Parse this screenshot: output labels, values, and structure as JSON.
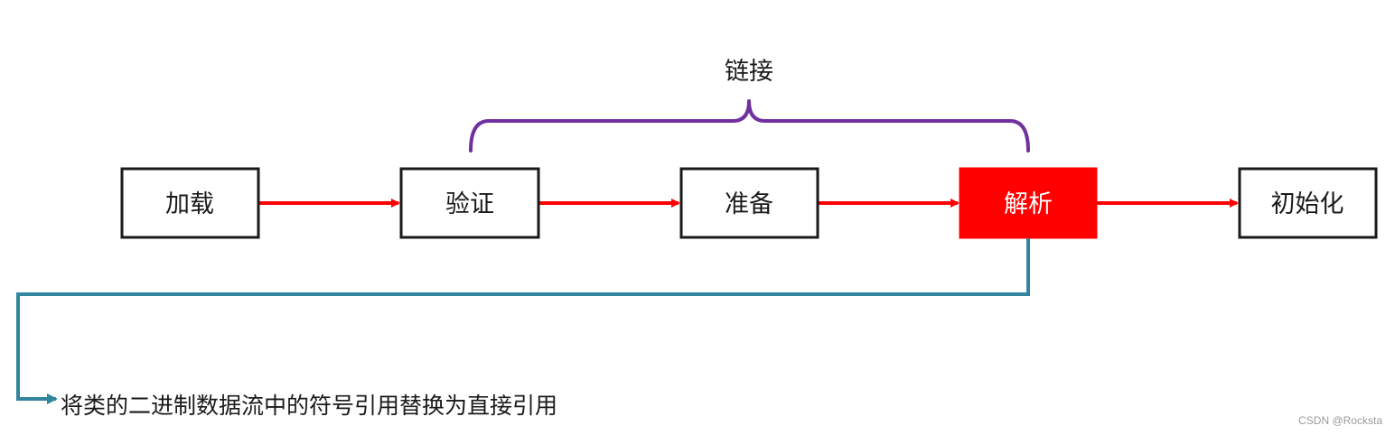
{
  "stages": [
    {
      "label": "加载",
      "active": false
    },
    {
      "label": "验证",
      "active": false
    },
    {
      "label": "准备",
      "active": false
    },
    {
      "label": "解析",
      "active": true
    },
    {
      "label": "初始化",
      "active": false
    }
  ],
  "group": {
    "label": "链接"
  },
  "note": {
    "text": "将类的二进制数据流中的符号引用替换为直接引用"
  },
  "watermark": "CSDN @Rocksta",
  "colors": {
    "box_border": "#1a1a1a",
    "active_fill": "#ff0000",
    "arrow": "#ff0000",
    "brace": "#7030a0",
    "connector": "#31859c"
  }
}
